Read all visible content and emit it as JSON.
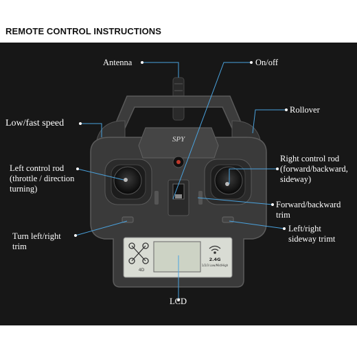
{
  "header": {
    "title": "REMOTE CONTROL INSTRUCTIONS"
  },
  "controller": {
    "brand": "SPY"
  },
  "lcd": {
    "signal": "2.4G",
    "mode_text": "1/2/3 Low/Mid/High",
    "counter": "4D"
  },
  "labels": {
    "antenna": "Antenna",
    "on_off": "On/off",
    "low_fast_speed": "Low/fast speed",
    "rollover": "Rollover",
    "left_control_rod": "Left control rod\n(throttle / direction\nturning)",
    "right_control_rod": "Right control rod\n(forward/backward,\nsideway)",
    "forward_backward_trim": "Forward/backward\ntrim",
    "turn_left_right_trim": "Turn left/right\ntrim",
    "left_right_sideway_trim": "Left/right\nsideway trimt",
    "lcd": "LCD"
  },
  "colors": {
    "callout_line": "#4aa3df",
    "panel": "#171717",
    "label_text": "#ffffff"
  }
}
